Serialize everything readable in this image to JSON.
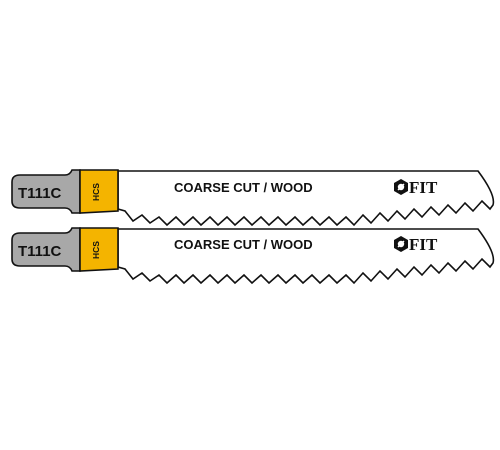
{
  "blades": [
    {
      "code": "T111C",
      "material": "HCS",
      "label": "COARSE CUT / WOOD",
      "brand": "FIT",
      "logo_icon": "hex-nut-logo-icon"
    },
    {
      "code": "T111C",
      "material": "HCS",
      "label": "COARSE CUT / WOOD",
      "brand": "FIT",
      "logo_icon": "hex-nut-logo-icon"
    }
  ],
  "colors": {
    "shank_gray": "#a8a8a8",
    "collar_yellow": "#f4b400",
    "outline": "#111111",
    "blade_fill": "#ffffff"
  }
}
